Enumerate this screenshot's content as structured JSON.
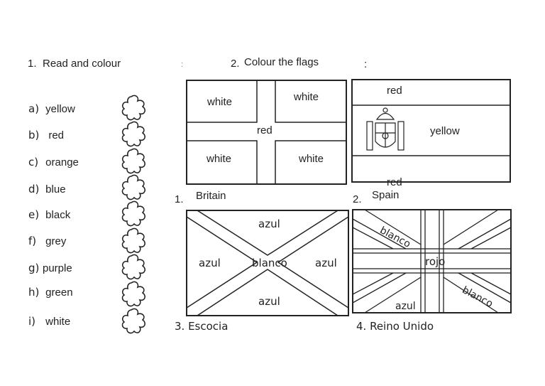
{
  "section1": {
    "number": "1.",
    "title": "Read and colour"
  },
  "section2": {
    "number": "2.",
    "title": "Colour the flags",
    "colon_left": ":",
    "colon_right": ":"
  },
  "items": [
    {
      "letter": "a)",
      "word": "yellow"
    },
    {
      "letter": "b)",
      "word": "red"
    },
    {
      "letter": "c)",
      "word": "orange"
    },
    {
      "letter": "d)",
      "word": "blue"
    },
    {
      "letter": "e)",
      "word": "black"
    },
    {
      "letter": "f)",
      "word": "grey"
    },
    {
      "letter": "g)",
      "word": "purple"
    },
    {
      "letter": "h)",
      "word": "green"
    },
    {
      "letter": "i)",
      "word": "white"
    }
  ],
  "flags": {
    "britain": {
      "number": "1.",
      "caption": "Britain",
      "tl": "white",
      "tr": "white",
      "center": "red",
      "bl": "white",
      "br": "white"
    },
    "spain": {
      "number": "2.",
      "caption": "Spain",
      "top": "red",
      "middle": "yellow",
      "bottom": "red"
    },
    "escocia": {
      "caption": "3. Escocia",
      "top": "azul",
      "left": "azul",
      "center": "blanco",
      "right": "azul",
      "bottom": "azul"
    },
    "reino": {
      "caption": "4. Reino Unido",
      "diag1": "blanco",
      "center": "rojo",
      "diag2": "blanco",
      "corner": "azul"
    }
  }
}
